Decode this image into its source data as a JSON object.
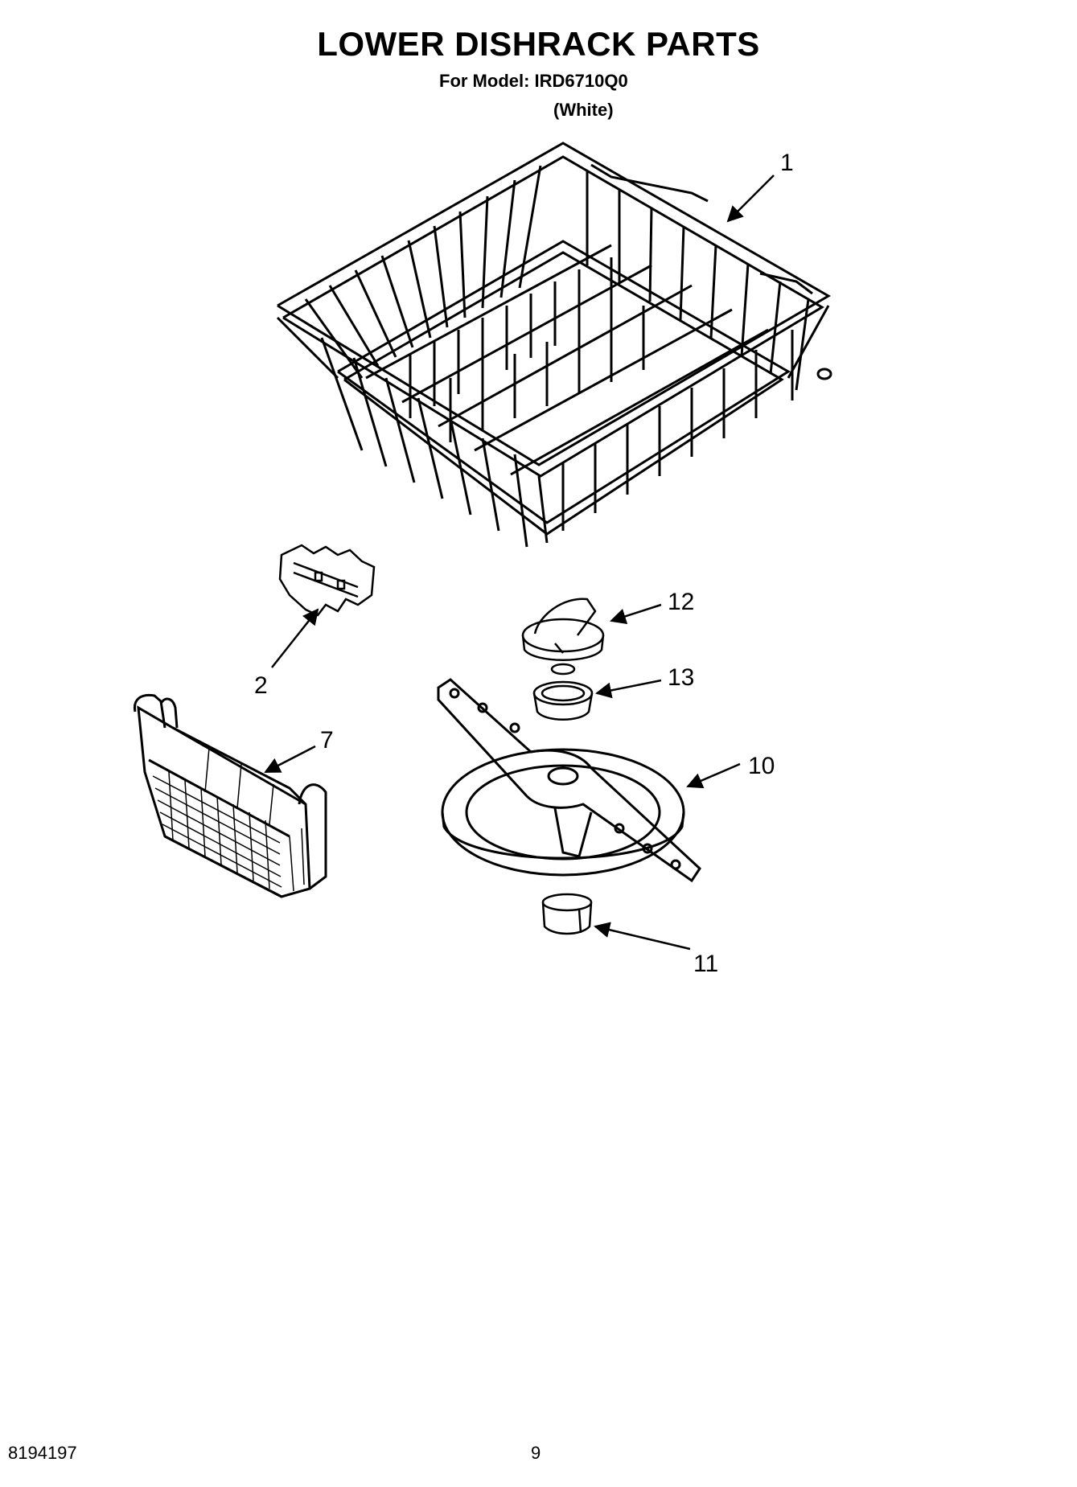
{
  "header": {
    "title": "LOWER DISHRACK PARTS",
    "model_line": "For Model: IRD6710Q0",
    "variant": "(White)"
  },
  "footer": {
    "doc_number": "8194197",
    "page_number": "9"
  },
  "callouts": [
    {
      "id": "1",
      "label": "1",
      "part": "dishrack"
    },
    {
      "id": "2",
      "label": "2",
      "part": "clip"
    },
    {
      "id": "7",
      "label": "7",
      "part": "silverware-basket"
    },
    {
      "id": "10",
      "label": "10",
      "part": "spray-arm-assembly"
    },
    {
      "id": "11",
      "label": "11",
      "part": "ring"
    },
    {
      "id": "12",
      "label": "12",
      "part": "cap"
    },
    {
      "id": "13",
      "label": "13",
      "part": "bearing"
    }
  ]
}
